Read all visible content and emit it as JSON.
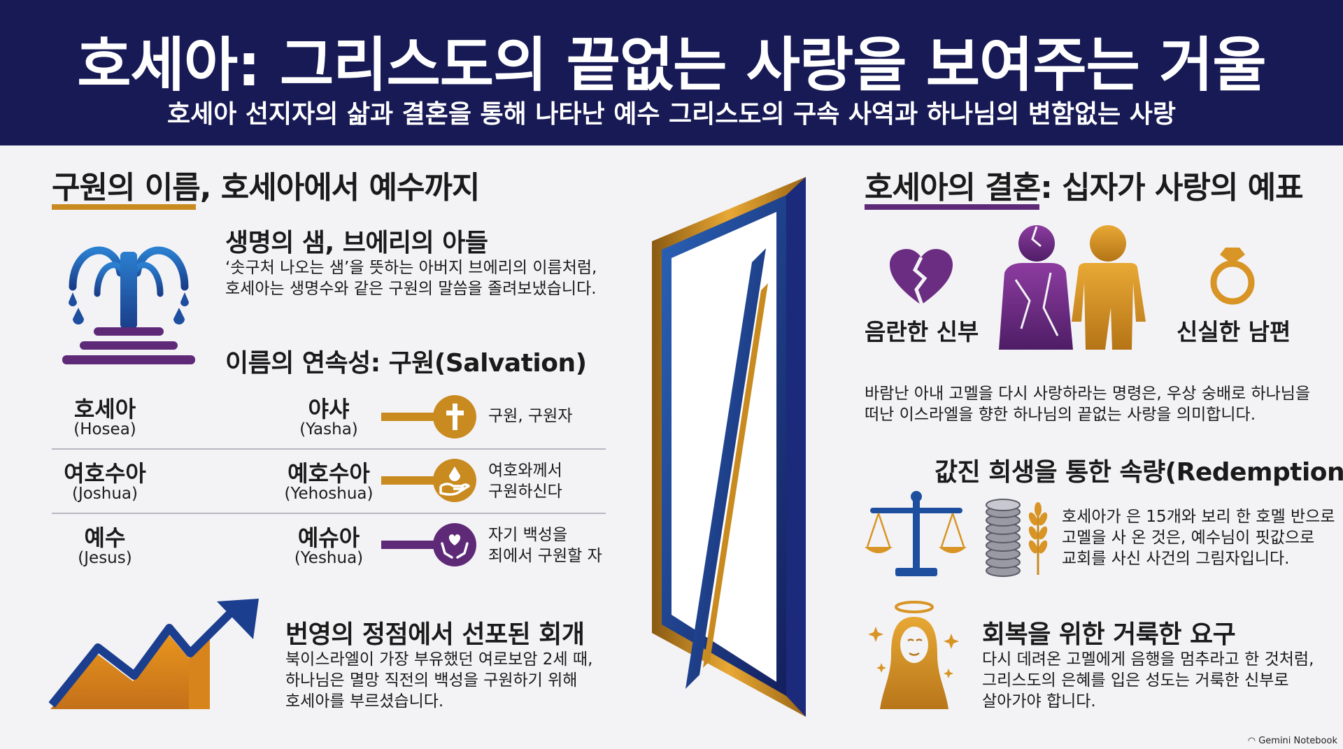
{
  "header": {
    "title": "호세아: 그리스도의 끝없는 사랑을 보여주는 거울",
    "subtitle": "호세아 선지자의 삶과 결혼을 통해 나타난 예수 그리스도의 구속 사역과 하나님의 변함없는 사랑"
  },
  "left": {
    "section_title": "구원의 이름, 호세아에서 예수까지",
    "fountain": {
      "title": "생명의 샘, 브에리의 아들",
      "body_1": "‘솟구처 나오는 샘’을 뜻하는 아버지 브에리의 이름처럼,",
      "body_2": "호세아는 생명수와 같은 구원의 말씀을 졸려보냈습니다."
    },
    "names_title": "이름의 연속성: 구원(Salvation)",
    "names": [
      {
        "ko": "호세아",
        "en": "(Hosea)",
        "ko2": "야샤",
        "en2": "(Yasha)",
        "meaning_1": "구원, 구원자",
        "meaning_2": ""
      },
      {
        "ko": "여호수아",
        "en": "(Joshua)",
        "ko2": "예호수아",
        "en2": "(Yehoshua)",
        "meaning_1": "여호와께서",
        "meaning_2": "구원하신다"
      },
      {
        "ko": "예수",
        "en": "(Jesus)",
        "ko2": "예슈아",
        "en2": "(Yeshua)",
        "meaning_1": "자기 백성을",
        "meaning_2": "죄에서 구원할 자"
      }
    ],
    "repentance": {
      "title": "번영의 정점에서 선포된 회개",
      "body_1": "북이스라엘이 가장 부유했던 여로보암 2세 때,",
      "body_2": "하나님은 멸망 직전의 백성을 구원하기 위해",
      "body_3": "호세아를 부르셨습니다."
    }
  },
  "right": {
    "section_title": "호세아의 결혼: 십자가 사랑의 예표",
    "bride_label": "음란한 신부",
    "husband_label": "신실한 남편",
    "marriage_body_1": "바람난 아내 고멜을 다시 사랑하라는 명령은, 우상 숭배로 하나님을",
    "marriage_body_2": "떠난 이스라엘을 향한 하나님의 끝없는 사랑을 의미합니다.",
    "redemption": {
      "title": "값진 희생을 통한 속량(Redemption)",
      "body_1": "호세아가 은 15개와 보리 한 호멜 반으로",
      "body_2": "고멜을 사 온 것은, 예수님이 핏값으로",
      "body_3": "교회를 사신 사건의 그림자입니다."
    },
    "holy": {
      "title": "회복을 위한 거룩한 요구",
      "body_1": "다시 데려온 고멜에게 음행을 멈추라고 한 것처럼,",
      "body_2": "그리스도의 은혜를 입은 성도는 거룩한 신부로",
      "body_3": "살아가야 합니다."
    }
  },
  "brand": "Gemini Notebook",
  "colors": {
    "navy": "#171a55",
    "gold": "#c98a1f",
    "purple": "#5e2a78",
    "blue": "#1e4f9e"
  },
  "icons": [
    "fountain-icon",
    "cross-icon",
    "hand-drop-icon",
    "hands-heart-icon",
    "growth-arrow-icon",
    "mirror-icon",
    "broken-heart-icon",
    "couple-icon",
    "ring-icon",
    "scales-icon",
    "coins-wheat-icon",
    "saint-halo-icon"
  ]
}
